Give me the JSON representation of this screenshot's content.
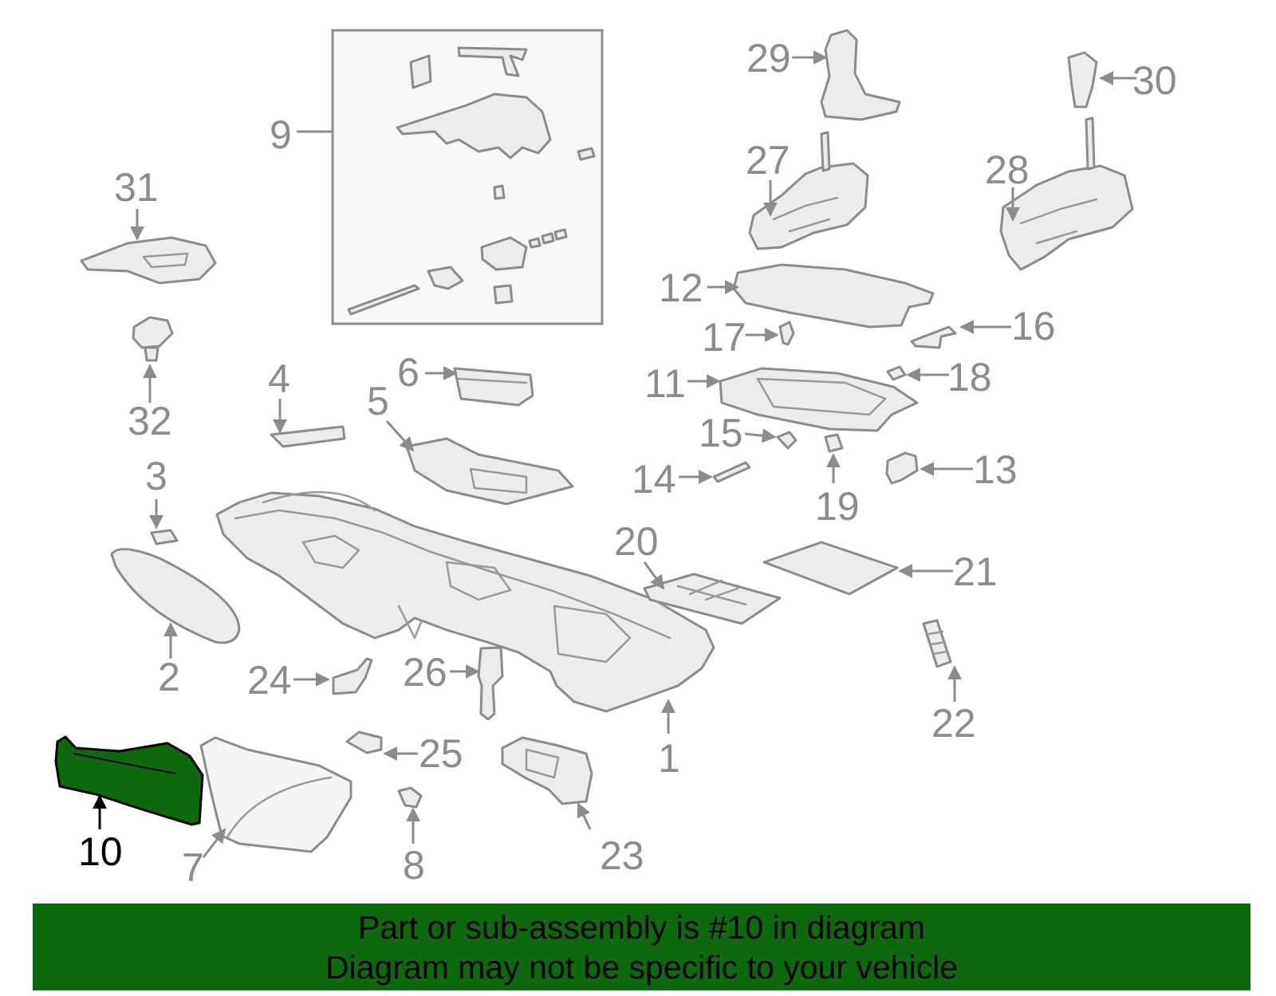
{
  "diagram": {
    "highlight_color": "#0c6a0c",
    "highlighted_part": "10",
    "callouts": [
      "1",
      "2",
      "3",
      "4",
      "5",
      "6",
      "7",
      "8",
      "9",
      "10",
      "11",
      "12",
      "13",
      "14",
      "15",
      "16",
      "17",
      "18",
      "19",
      "20",
      "21",
      "22",
      "23",
      "24",
      "25",
      "26",
      "27",
      "28",
      "29",
      "30",
      "31",
      "32"
    ]
  },
  "banner": {
    "line1": "Part or sub-assembly is #10 in diagram",
    "line2": "Diagram may not be specific to your vehicle"
  }
}
